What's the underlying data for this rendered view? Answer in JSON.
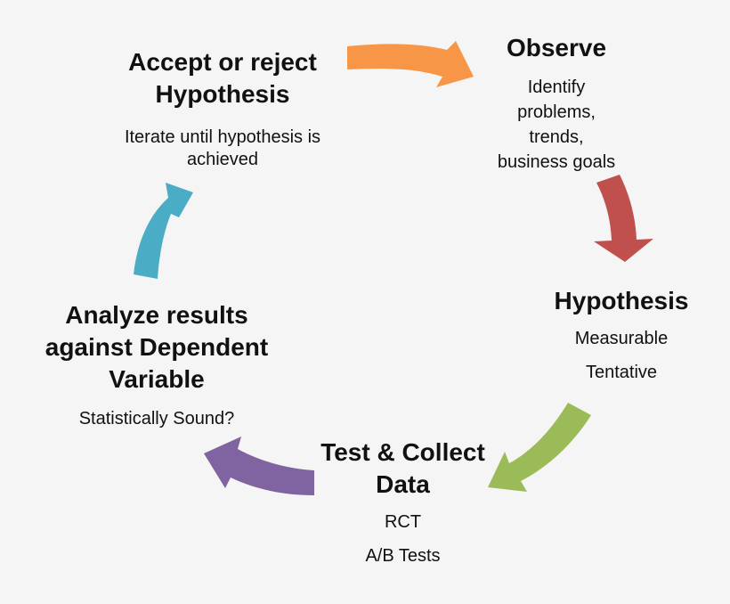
{
  "nodes": {
    "accept": {
      "title": "Accept or reject\nHypothesis",
      "description": "Iterate until hypothesis is\nachieved"
    },
    "observe": {
      "title": "Observe",
      "description": "Identify\nproblems,\ntrends,\nbusiness goals"
    },
    "hypothesis": {
      "title": "Hypothesis",
      "items": [
        "Measurable",
        "Tentative"
      ]
    },
    "test": {
      "title": "Test & Collect\nData",
      "items": [
        "RCT",
        "A/B Tests"
      ]
    },
    "analyze": {
      "title": "Analyze results\nagainst Dependent\nVariable",
      "description": "Statistically Sound?"
    }
  },
  "colors": {
    "background": "#f5f5f5",
    "arrow_orange": "#f79646",
    "arrow_red": "#c0504d",
    "arrow_green": "#9bbb59",
    "arrow_purple": "#8064a2",
    "arrow_teal": "#4bacc6"
  }
}
